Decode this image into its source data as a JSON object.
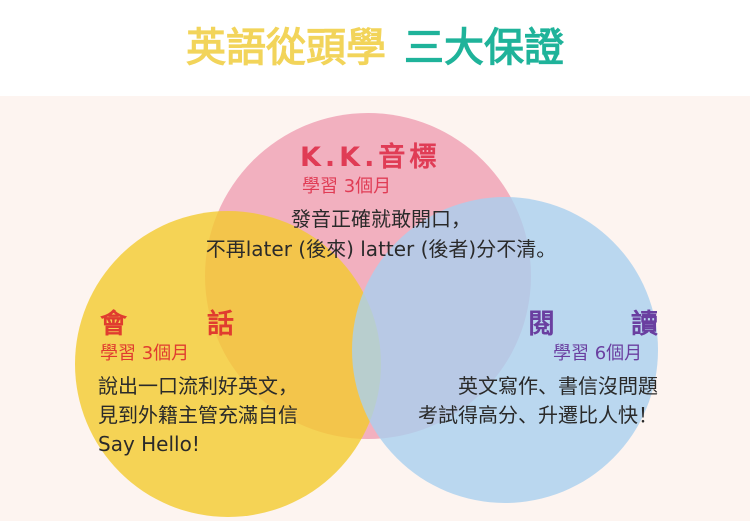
{
  "header": {
    "title_part1": "英語從頭學",
    "title_part2": "三大保證"
  },
  "colors": {
    "title_yellow": "#f2d45a",
    "title_green": "#1fb39a",
    "kk_circle": "#f0a3b6",
    "conversation_circle": "#f3ca2e",
    "reading_circle": "#a9d0ef",
    "kk_text": "#e03c55",
    "conversation_text": "#e03c2f",
    "reading_text": "#6a3fa0"
  },
  "kk": {
    "title": "K.K.音標",
    "duration": "學習 3個月",
    "desc_line1": "發音正確就敢開口，",
    "desc_line2": "不再later (後來) latter (後者)分不清。"
  },
  "conversation": {
    "title_char1": "會",
    "title_char2": "話",
    "duration": "學習 3個月",
    "desc_line1": "說出一口流利好英文，",
    "desc_line2": "見到外籍主管充滿自信",
    "desc_line3": "Say Hello!"
  },
  "reading": {
    "title_char1": "閱",
    "title_char2": "讀",
    "duration": "學習 6個月",
    "desc_line1": "英文寫作、書信沒問題",
    "desc_line2": "考試得高分、升遷比人快！"
  }
}
